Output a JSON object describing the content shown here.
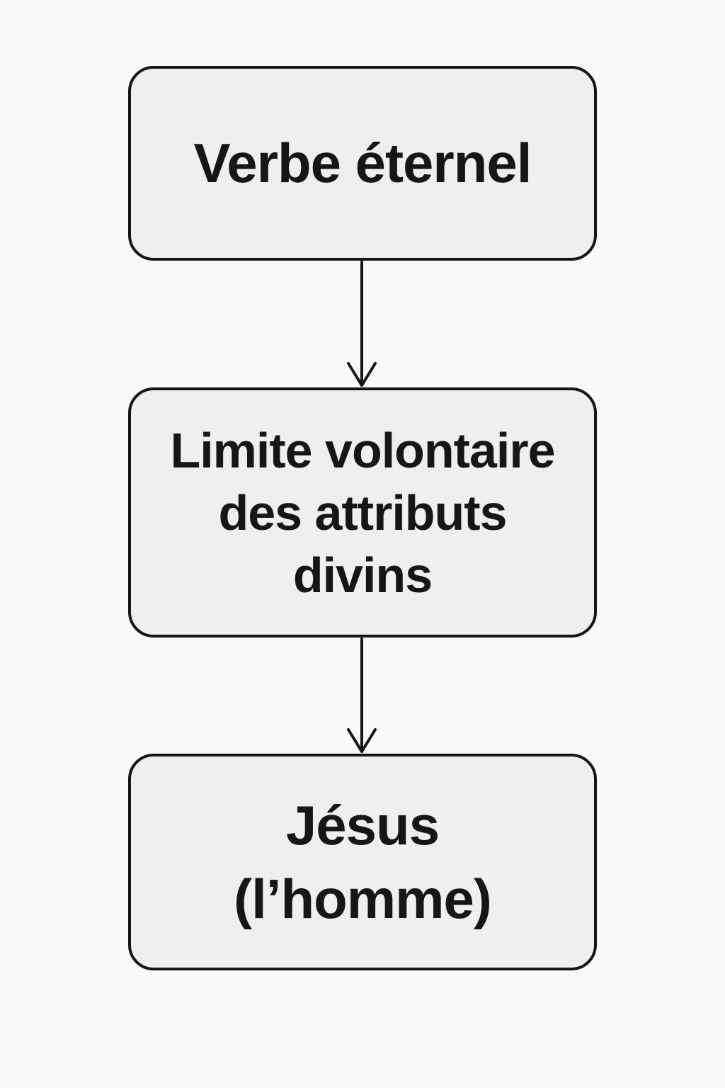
{
  "diagram": {
    "nodes": [
      {
        "id": "verbe",
        "label": "Verbe éternel"
      },
      {
        "id": "limite",
        "label": "Limite volontaire\ndes attributs\ndivins"
      },
      {
        "id": "jesus",
        "label": "Jésus\n(l’homme)"
      }
    ],
    "edges": [
      {
        "from": "verbe",
        "to": "limite"
      },
      {
        "from": "limite",
        "to": "jesus"
      }
    ]
  }
}
